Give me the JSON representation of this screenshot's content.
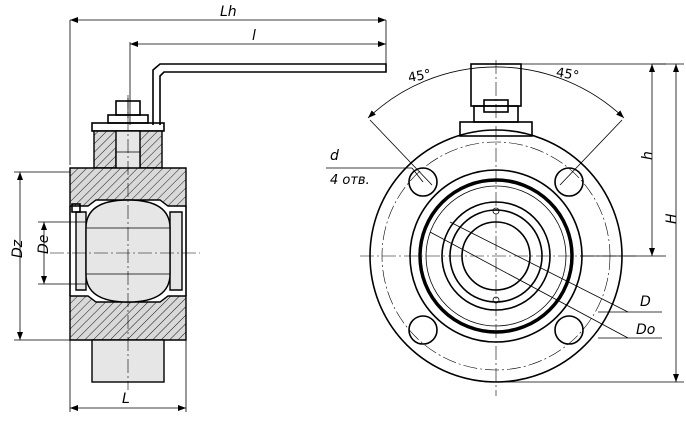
{
  "labels": {
    "Lh": "Lh",
    "l": "l",
    "Dz": "Dz",
    "De": "De",
    "L": "L",
    "d": "d",
    "holes": "4 отв.",
    "angle_left": "45°",
    "angle_right": "45°",
    "h": "h",
    "H": "H",
    "D": "D",
    "Do": "Do"
  }
}
